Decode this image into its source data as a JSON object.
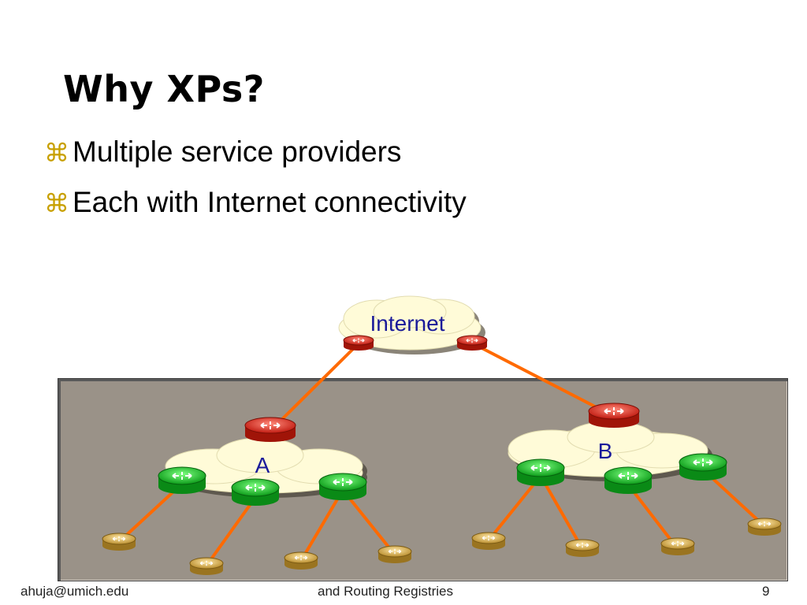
{
  "slide": {
    "title": "Why XPs?",
    "bullet_icon": "command-key-icon",
    "bullets": [
      "Multiple service providers",
      "Each with Internet connectivity"
    ]
  },
  "diagram": {
    "labels": {
      "internet": "Internet",
      "provider_a": "A",
      "provider_b": "B"
    },
    "colors": {
      "link": "#ff6a00",
      "router_red": "#e0301e",
      "router_green": "#1fbf2a",
      "router_gold": "#d9b25a",
      "cloud": "#fffbd8",
      "label_blue": "#1a1a9a",
      "background": "#9a9288"
    }
  },
  "footer": {
    "left": "ahuja@umich.edu",
    "center": "and Routing Registries",
    "page": "9"
  }
}
